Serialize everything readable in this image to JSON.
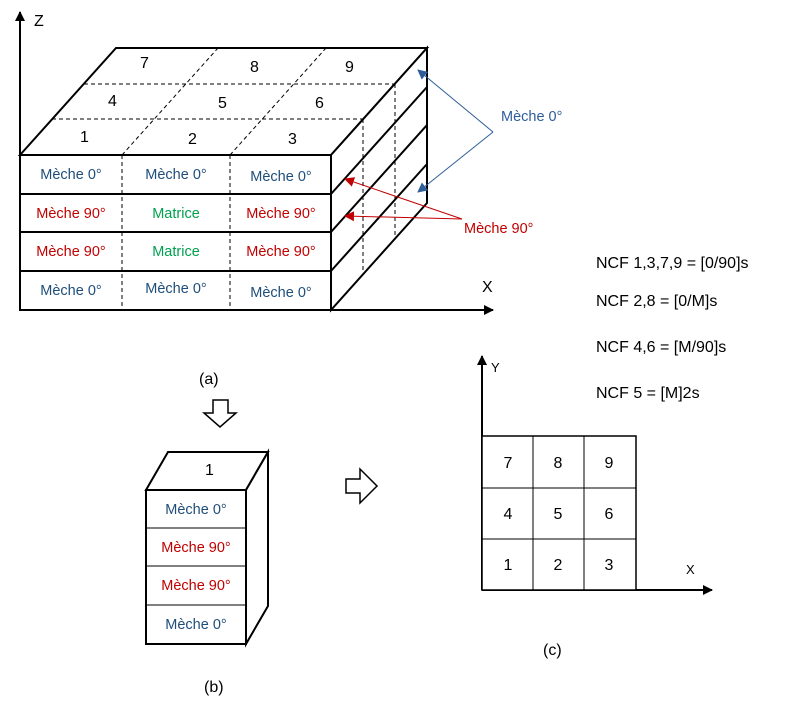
{
  "colors": {
    "meche0": "#1f4e79",
    "meche90": "#c00000",
    "matrice": "#00a050",
    "annot_blue": "#2e5d9a",
    "annot_red": "#c00000"
  },
  "panel_a": {
    "axis_z": "Z",
    "axis_x": "X",
    "top_numbers": [
      "7",
      "8",
      "9",
      "4",
      "5",
      "6",
      "1",
      "2",
      "3"
    ],
    "front_rows": [
      [
        "Mèche 0°",
        "Mèche 0°",
        "Mèche 0°"
      ],
      [
        "Mèche 90°",
        "Matrice",
        "Mèche 90°"
      ],
      [
        "Mèche 90°",
        "Matrice",
        "Mèche 90°"
      ],
      [
        "Mèche 0°",
        "Mèche 0°",
        "Mèche 0°"
      ]
    ],
    "annotation_0": "Mèche 0°",
    "annotation_90": "Mèche 90°",
    "caption": "(a)"
  },
  "panel_b": {
    "top_number": "1",
    "rows": [
      "Mèche 0°",
      "Mèche 90°",
      "Mèche 90°",
      "Mèche 0°"
    ],
    "caption": "(b)"
  },
  "panel_c": {
    "axis_y": "Y",
    "axis_x": "X",
    "grid": [
      "7",
      "8",
      "9",
      "4",
      "5",
      "6",
      "1",
      "2",
      "3"
    ],
    "caption": "(c)"
  },
  "ncf": [
    "NCF 1,3,7,9 = [0/90]s",
    "NCF 2,8 = [0/M]s",
    "NCF 4,6 = [M/90]s",
    "NCF 5 = [M]2s"
  ]
}
